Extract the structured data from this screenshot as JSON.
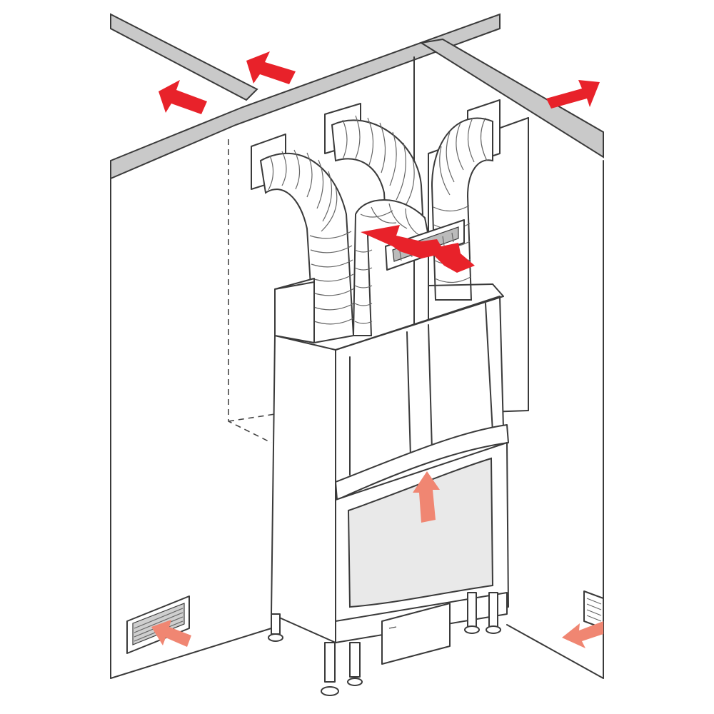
{
  "colors": {
    "line": "#3a3a3a",
    "beam": "#c9c9c9",
    "arrow_hot": "#e8222a",
    "arrow_warm": "#f08672",
    "glass": "#e9e9e9",
    "background": "#ffffff"
  },
  "diagram": {
    "nodes": [
      {
        "id": "ceiling-beams"
      },
      {
        "id": "flexible-duct-left"
      },
      {
        "id": "flexible-duct-back"
      },
      {
        "id": "flexible-duct-right"
      },
      {
        "id": "flexible-duct-front"
      },
      {
        "id": "outlet-grille-front"
      },
      {
        "id": "fireplace-insert"
      },
      {
        "id": "fireplace-glass-door"
      },
      {
        "id": "wall-grille-left"
      },
      {
        "id": "wall-grille-right"
      }
    ],
    "edges": [
      {
        "from": "flexible-duct-front",
        "to": "outlet-grille-front",
        "flow": "hot-air"
      },
      {
        "from": "wall-grille-left",
        "to": "room",
        "flow": "warm-air"
      },
      {
        "from": "wall-grille-right",
        "to": "room",
        "flow": "warm-air"
      },
      {
        "from": "fireplace-glass-door",
        "to": "hood",
        "flow": "convection"
      }
    ]
  }
}
